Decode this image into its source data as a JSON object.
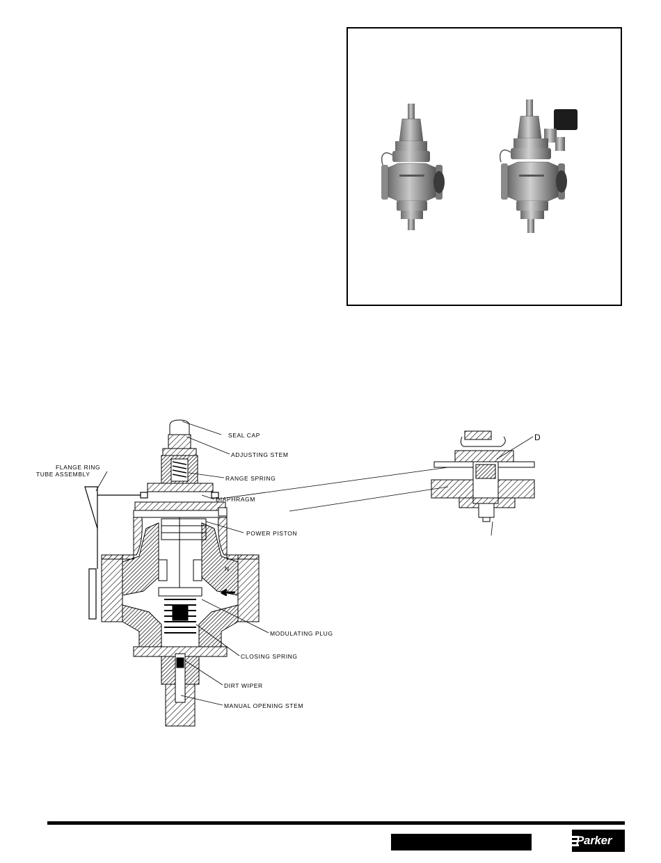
{
  "diagram": {
    "callouts": {
      "seal_cap": "SEAL CAP",
      "adjusting_stem": "ADJUSTING STEM",
      "range_spring": "RANGE SPRING",
      "diaphragm": "DIAPHRAGM",
      "power_piston": "POWER PISTON",
      "modulating_plug": "MODULATING PLUG",
      "closing_spring": "CLOSING SPRING",
      "dirt_wiper": "DIRT WIPER",
      "manual_opening_stem": "MANUAL OPENING STEM",
      "flange_ring_line1": "FLANGE RING",
      "flange_ring_line2": "TUBE ASSEMBLY",
      "port_n": "N",
      "detail_letter": "D"
    }
  },
  "footer": {
    "logo_text": "Parker"
  }
}
